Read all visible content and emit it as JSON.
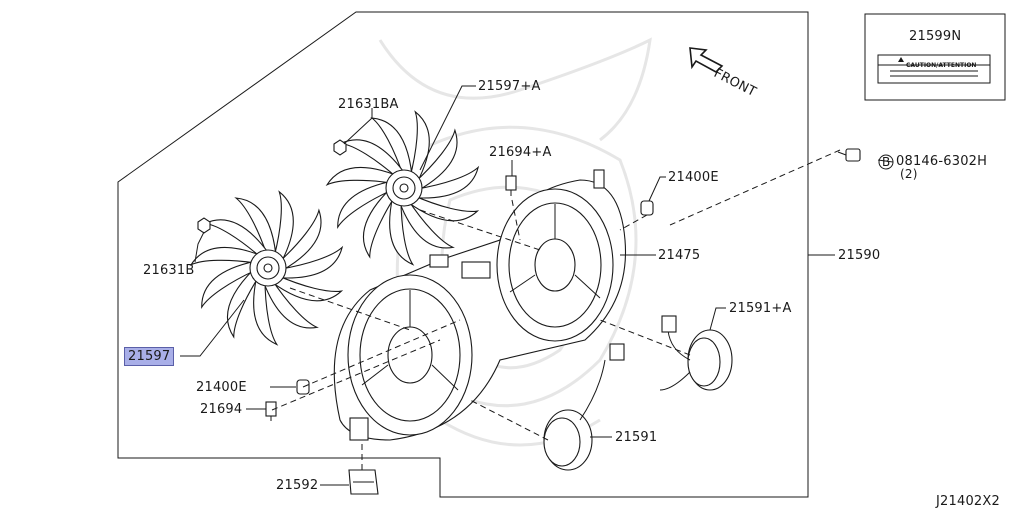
{
  "diagram_code": "J21402X2",
  "front_label": "FRONT",
  "caution_label_text": "CAUTION/ATTENTION",
  "parts": {
    "p21599N": "21599N",
    "p21597A": "21597+A",
    "p21631BA": "21631BA",
    "p21694A": "21694+A",
    "p21400E_top": "21400E",
    "bolt_circle": "B",
    "bolt_number": "08146-6302H",
    "bolt_qty": "(2)",
    "p21475": "21475",
    "p21590": "21590",
    "p21631B": "21631B",
    "p21591A": "21591+A",
    "p21597": "21597",
    "p21400E_bottom": "21400E",
    "p21694": "21694",
    "p21591": "21591",
    "p21592": "21592"
  },
  "highlighted_part": "21597",
  "colors": {
    "highlight": "#a9afe8",
    "highlight_border": "#5a5fa8",
    "line": "#1a1a1a"
  }
}
